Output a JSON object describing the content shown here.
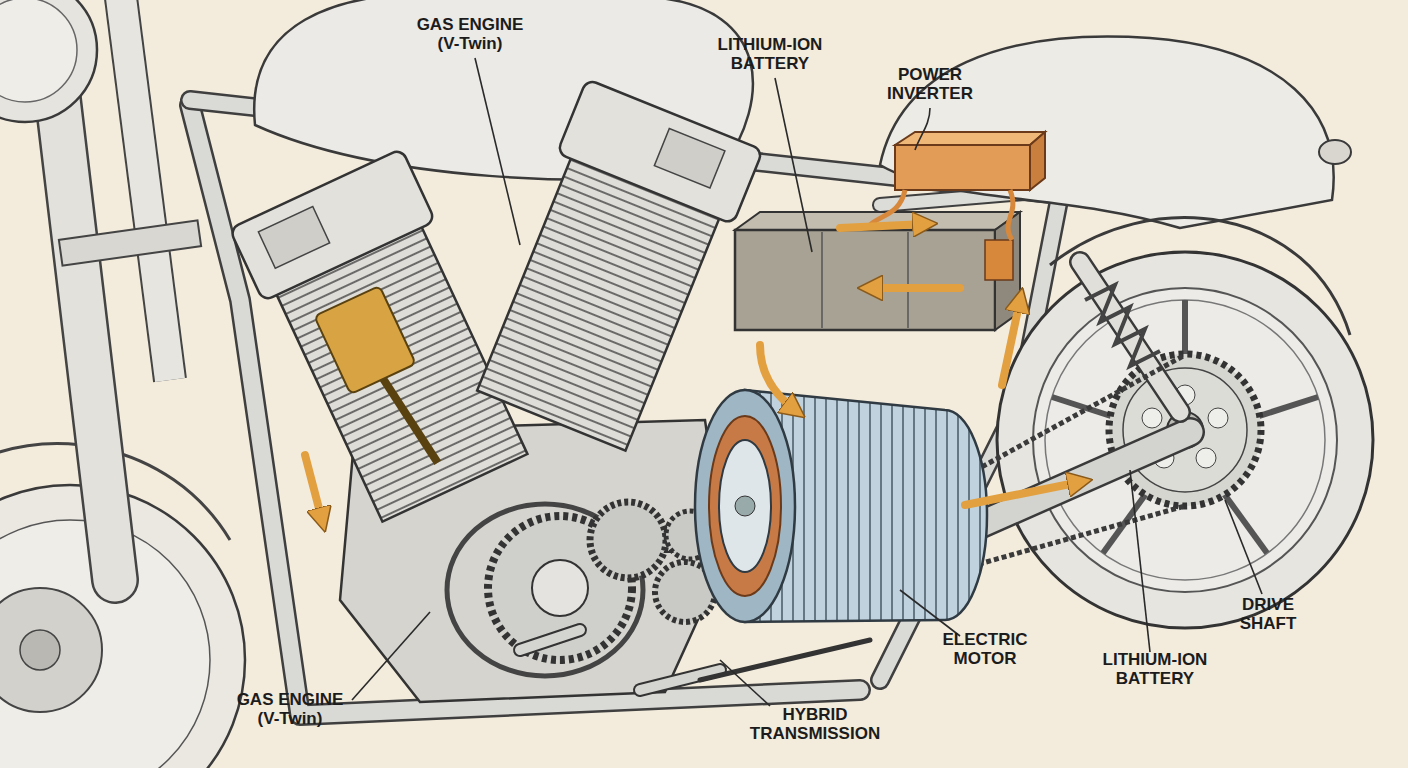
{
  "diagram": {
    "labels": [
      "GAS ENGINE (V-Twin)",
      "LITHIUM-ION BATTERY",
      "POWER INVERTER",
      "DRIVE SHAFT",
      "ELECTRIC MOTOR",
      "LITHIUM-ION BATTERY",
      "GAS ENGINE (V-Twin)",
      "HYBRID TRANSMISSION"
    ]
  }
}
